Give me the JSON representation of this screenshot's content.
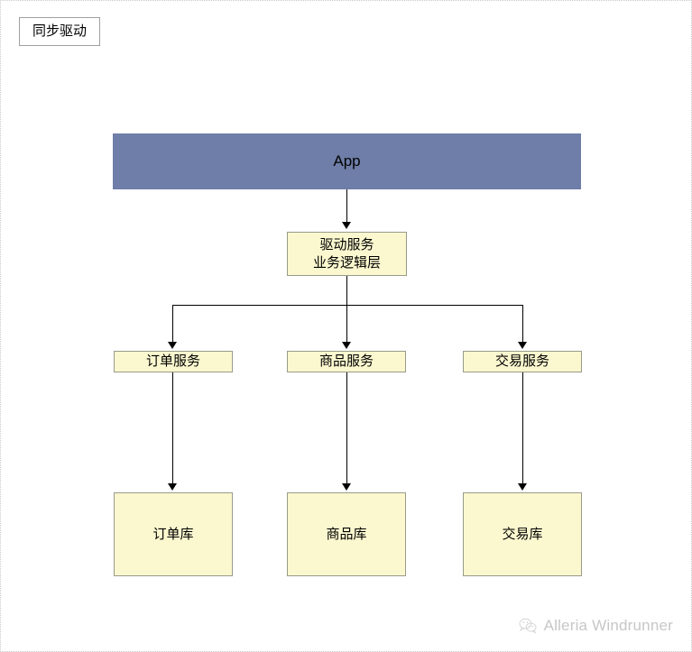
{
  "diagram": {
    "caption": "同步驱动",
    "banner": {
      "label": "App"
    },
    "driver": {
      "label": "驱动服务\n业务逻辑层"
    },
    "services": [
      {
        "label": "订单服务"
      },
      {
        "label": "商品服务"
      },
      {
        "label": "交易服务"
      }
    ],
    "databases": [
      {
        "label": "订单库"
      },
      {
        "label": "商品库"
      },
      {
        "label": "交易库"
      }
    ],
    "colors": {
      "banner_fill": "#6e7ea8",
      "node_fill": "#fbf8cf",
      "node_border": "#9a9a8a",
      "connector": "#000000",
      "caption_border": "#a0a0a0",
      "page_border": "#c9c9c9",
      "watermark": "#c7c7c7"
    }
  },
  "watermark": {
    "icon": "wechat-icon",
    "text": "Alleria Windrunner"
  }
}
